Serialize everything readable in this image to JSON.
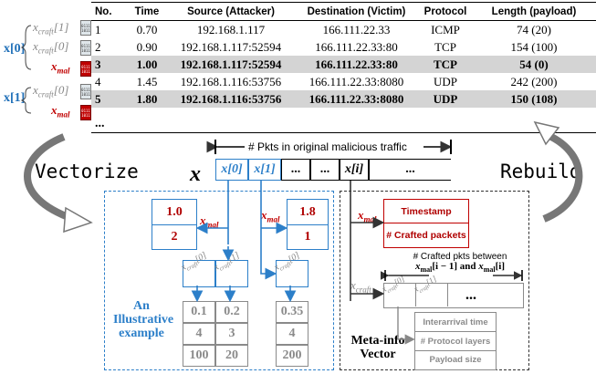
{
  "table": {
    "headers": [
      "No.",
      "Time",
      "Source (Attacker)",
      "Destination (Victim)",
      "Protocol",
      "Length (payload)"
    ],
    "rows": [
      {
        "no": "1",
        "time": "0.70",
        "src": "192.168.1.117",
        "dst": "166.111.22.33",
        "proto": "ICMP",
        "len": "74 (20)",
        "mal": false
      },
      {
        "no": "2",
        "time": "0.90",
        "src": "192.168.1.117:52594",
        "dst": "166.111.22.33:80",
        "proto": "TCP",
        "len": "154 (100)",
        "mal": false
      },
      {
        "no": "3",
        "time": "1.00",
        "src": "192.168.1.117:52594",
        "dst": "166.111.22.33:80",
        "proto": "TCP",
        "len": "54 (0)",
        "mal": true
      },
      {
        "no": "4",
        "time": "1.45",
        "src": "192.168.1.116:53756",
        "dst": "166.111.22.33:8080",
        "proto": "UDP",
        "len": "242 (200)",
        "mal": false
      },
      {
        "no": "5",
        "time": "1.80",
        "src": "192.168.1.116:53756",
        "dst": "166.111.22.33:8080",
        "proto": "UDP",
        "len": "150 (108)",
        "mal": true
      }
    ],
    "ellipsis": "..."
  },
  "labels": {
    "x0": "x[0]",
    "x1": "x[1]",
    "craft1": "x",
    "craft1_sub": "craft",
    "craft1_idx": "[1]",
    "craft0": "x",
    "craft0_sub": "craft",
    "craft0_idx": "[0]",
    "mal": "x",
    "mal_sub": "mal",
    "file_icon_text": "0111 1011"
  },
  "vectorize": "Vectorize",
  "rebuild": "Rebuild",
  "vector": {
    "symbol": "x",
    "span_label": "# Pkts in original malicious traffic",
    "cells": [
      "x[0]",
      "x[1]",
      "...",
      "...",
      "x[i]",
      "..."
    ]
  },
  "example": {
    "title_line1": "An",
    "title_line2": "Illustrative",
    "title_line3": "example",
    "mal_box0": [
      "1.0",
      "2"
    ],
    "mal_box1": [
      "1.8",
      "1"
    ],
    "col0": [
      "0.1",
      "4",
      "100"
    ],
    "col1": [
      "0.2",
      "3",
      "20"
    ],
    "col2": [
      "0.35",
      "4",
      "200"
    ]
  },
  "meta": {
    "title_line1": "Meta-info",
    "title_line2": "Vector",
    "mal_rows": [
      "Timestamp",
      "# Crafted packets"
    ],
    "span_line1": "# Crafted pkts between",
    "span_line2a": "x",
    "span_line2b": "mal",
    "span_line2c": "[i − 1] and ",
    "span_line2d": "[i]",
    "craft_cells": [
      "...",
      ""
    ],
    "craft_rows": [
      "Interarrival time",
      "# Protocol layers",
      "Payload size"
    ]
  },
  "colors": {
    "blue": "#2c7fc9",
    "red": "#c00000",
    "gray": "#8a8a8a",
    "highlight": "#d4d4d4"
  }
}
